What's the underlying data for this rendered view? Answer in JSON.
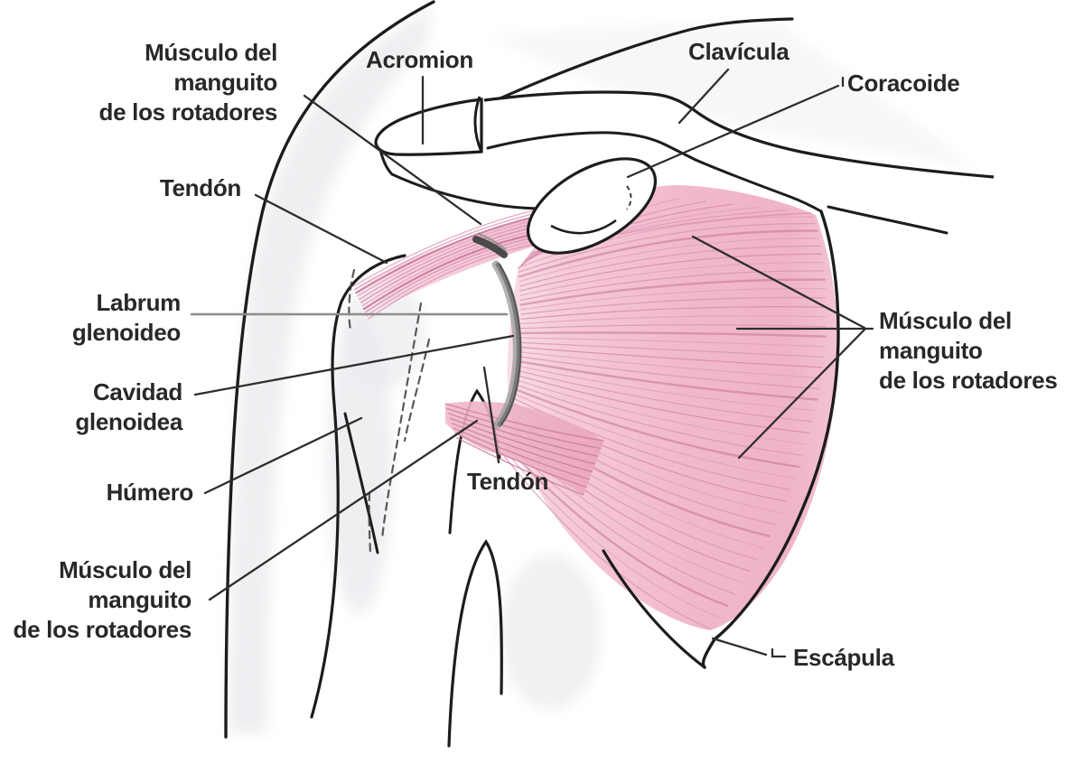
{
  "figure": {
    "subject": "shoulder-rotator-cuff-anatomy",
    "language": "es"
  },
  "labels": {
    "muscle_cuff_top": {
      "lines": [
        "Músculo del",
        "manguito",
        "de los rotadores"
      ]
    },
    "acromion": {
      "text": "Acromion"
    },
    "clavicle": {
      "text": "Clavícula"
    },
    "coracoid": {
      "text": "Coracoide"
    },
    "tendon_upper": {
      "text": "Tendón"
    },
    "labrum": {
      "lines": [
        "Labrum",
        "glenoideo"
      ]
    },
    "glenoid_cavity": {
      "lines": [
        "Cavidad",
        "glenoidea"
      ]
    },
    "humerus": {
      "text": "Húmero"
    },
    "muscle_cuff_bottom": {
      "lines": [
        "Músculo del",
        "manguito",
        "de los rotadores"
      ]
    },
    "tendon_lower": {
      "text": "Tendón"
    },
    "muscle_cuff_right": {
      "lines": [
        "Músculo del",
        "manguito",
        "de los rotadores"
      ]
    },
    "scapula": {
      "text": "Escápula"
    }
  },
  "palette": {
    "background": "#ffffff",
    "outline": "#1c1c1c",
    "muscle_pink": "#f1b8cb",
    "fiber_pink": "#d98fae",
    "labrum_gray": "#6e6e6e",
    "leader_line": "#2d2d2d",
    "body_shade": "#ebeaee"
  }
}
